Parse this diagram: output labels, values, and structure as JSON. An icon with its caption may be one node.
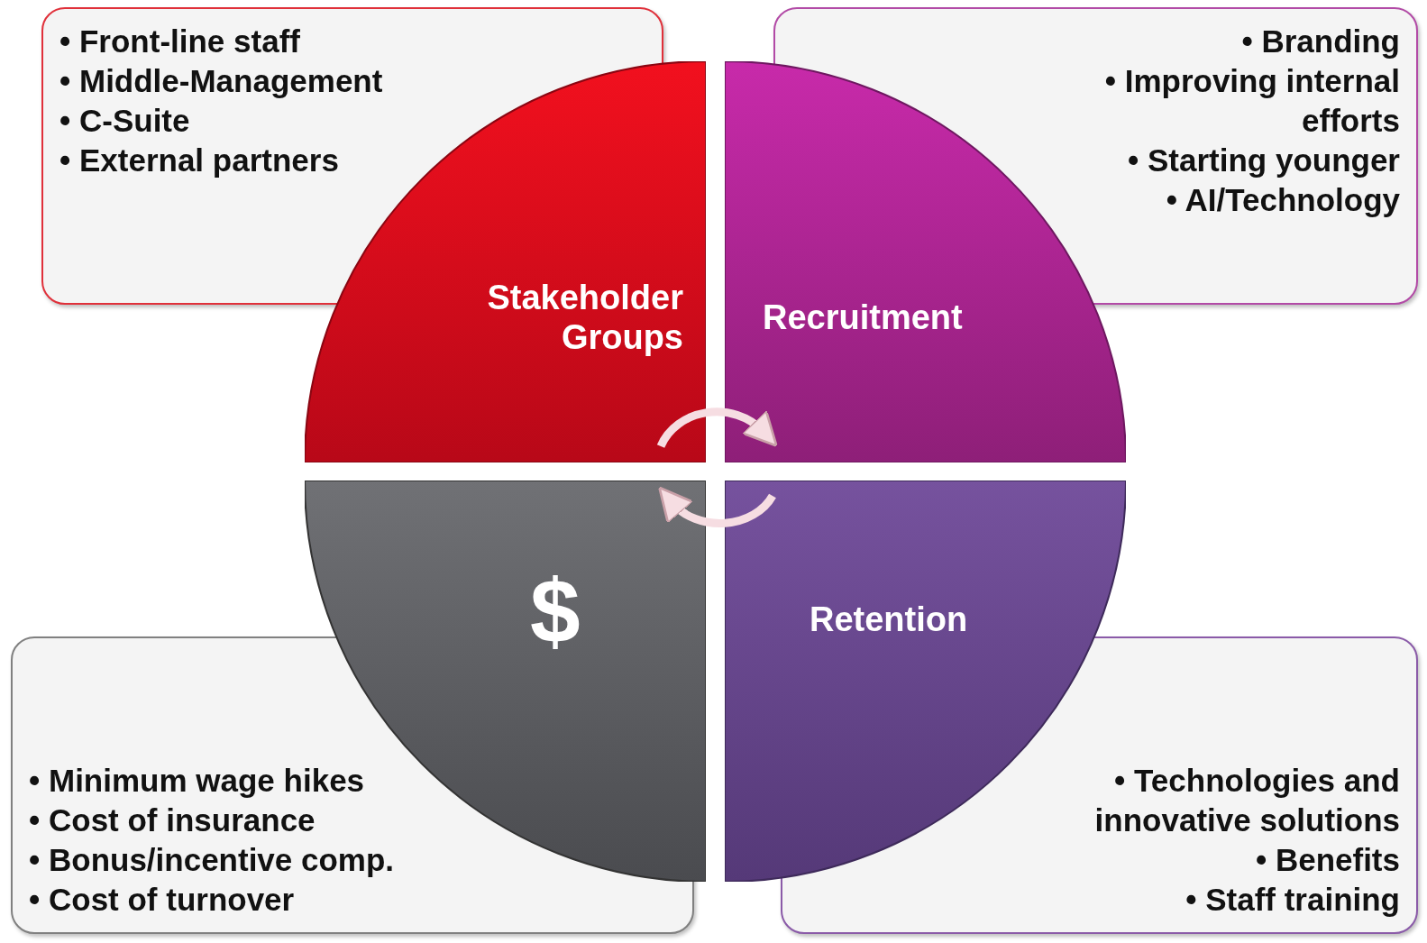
{
  "diagram": {
    "nodes": [
      {
        "text": [
          "• Front-line staff",
          "• Middle-Management",
          "• C-Suite",
          "• External partners"
        ]
      },
      {
        "text": [
          "• Branding",
          "• Improving internal efforts",
          "• Starting younger",
          "• AI/Technology"
        ]
      },
      {
        "text": [
          "Stakeholder Groups"
        ]
      },
      {
        "text": [
          "Recruitment"
        ]
      },
      {
        "text": [
          "$"
        ]
      },
      {
        "text": [
          "Retention"
        ]
      },
      {
        "text": [
          "• Minimum wage hikes",
          "• Cost of insurance",
          "• Bonus/incentive comp.",
          "• Cost of turnover"
        ]
      },
      {
        "text": [
          "• Technologies and innovative solutions",
          "• Benefits",
          "• Staff training"
        ]
      }
    ],
    "edges": [
      {
        "from": 2,
        "to": 3,
        "arrow": "to"
      },
      {
        "from": 5,
        "to": 4,
        "arrow": "to"
      }
    ]
  }
}
